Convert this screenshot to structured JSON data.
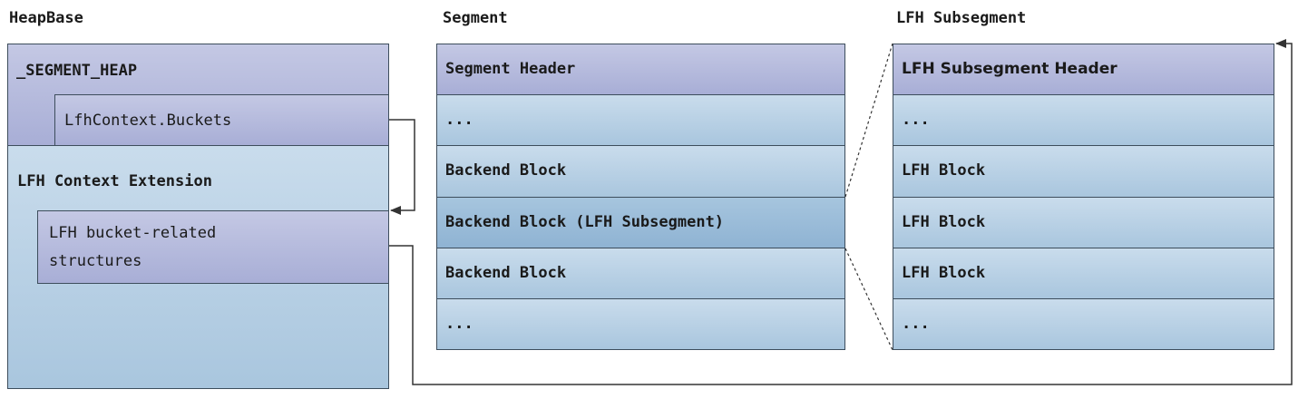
{
  "titles": {
    "heapbase": "HeapBase",
    "segment": "Segment",
    "lfh_subsegment": "LFH Subsegment"
  },
  "heapbase": {
    "segment_heap": "_SEGMENT_HEAP",
    "buckets": "LfhContext.Buckets",
    "context_extension": "LFH Context Extension",
    "bucket_structures_line1": "LFH bucket-related",
    "bucket_structures_line2": "structures"
  },
  "segment": {
    "rows": [
      "Segment Header",
      "...",
      "Backend Block",
      "Backend Block (LFH Subsegment)",
      "Backend Block",
      "..."
    ]
  },
  "lfh_subsegment": {
    "rows": [
      "LFH Subsegment Header",
      "...",
      "LFH Block",
      "LFH Block",
      "LFH Block",
      "..."
    ]
  },
  "colors": {
    "purple": "#b4b9dd",
    "light_blue": "#bcd3e7",
    "mid_blue": "#9bbcd8",
    "border": "#3d4d5c",
    "arrow": "#333333"
  }
}
